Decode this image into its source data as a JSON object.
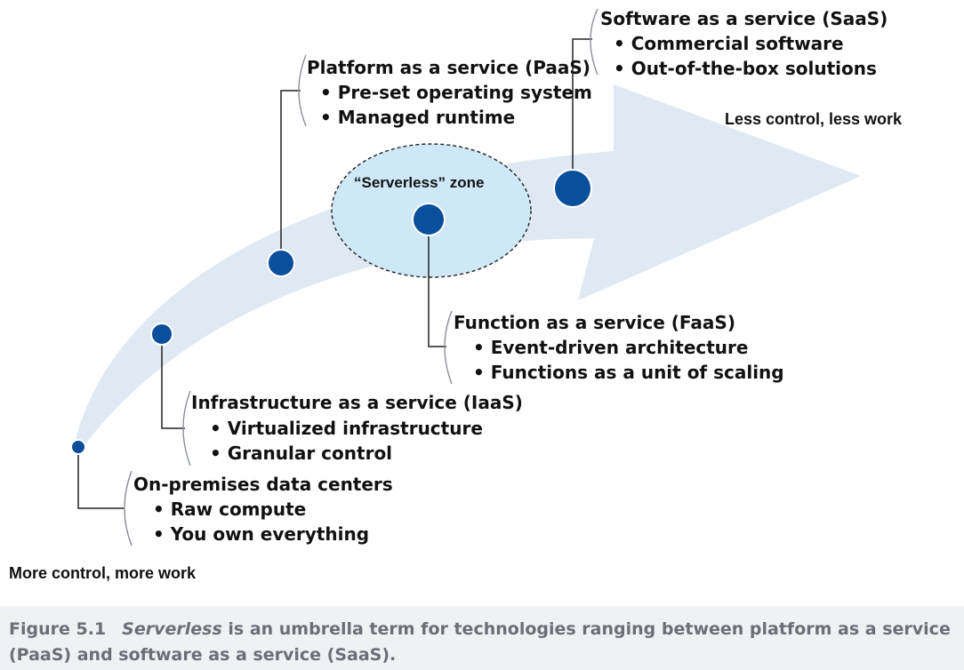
{
  "diagram": {
    "arrow_color": "#dfe9f3",
    "zone_fill": "#cfe8f8",
    "dot_color": "#0a4f9c",
    "ends": {
      "top_right": "Less control, less work",
      "bottom_left": "More control, more work"
    },
    "zone_label": "“Serverless” zone",
    "stages": [
      {
        "title": "On-premises data centers",
        "bullets": [
          "Raw compute",
          "You own everything"
        ]
      },
      {
        "title": "Infrastructure as a service (IaaS)",
        "bullets": [
          "Virtualized infrastructure",
          "Granular control"
        ]
      },
      {
        "title": "Platform as a service (PaaS)",
        "bullets": [
          "Pre-set operating system",
          "Managed runtime"
        ]
      },
      {
        "title": "Function as a service (FaaS)",
        "bullets": [
          "Event-driven architecture",
          "Functions as a unit of scaling"
        ]
      },
      {
        "title": "Software as a service (SaaS)",
        "bullets": [
          "Commercial software",
          "Out-of-the-box solutions"
        ]
      }
    ]
  },
  "caption": {
    "figure_number": "Figure 5.1",
    "term": "Serverless",
    "text": " is an umbrella term for technologies ranging between platform as a service (PaaS) and software as a service (SaaS)."
  }
}
